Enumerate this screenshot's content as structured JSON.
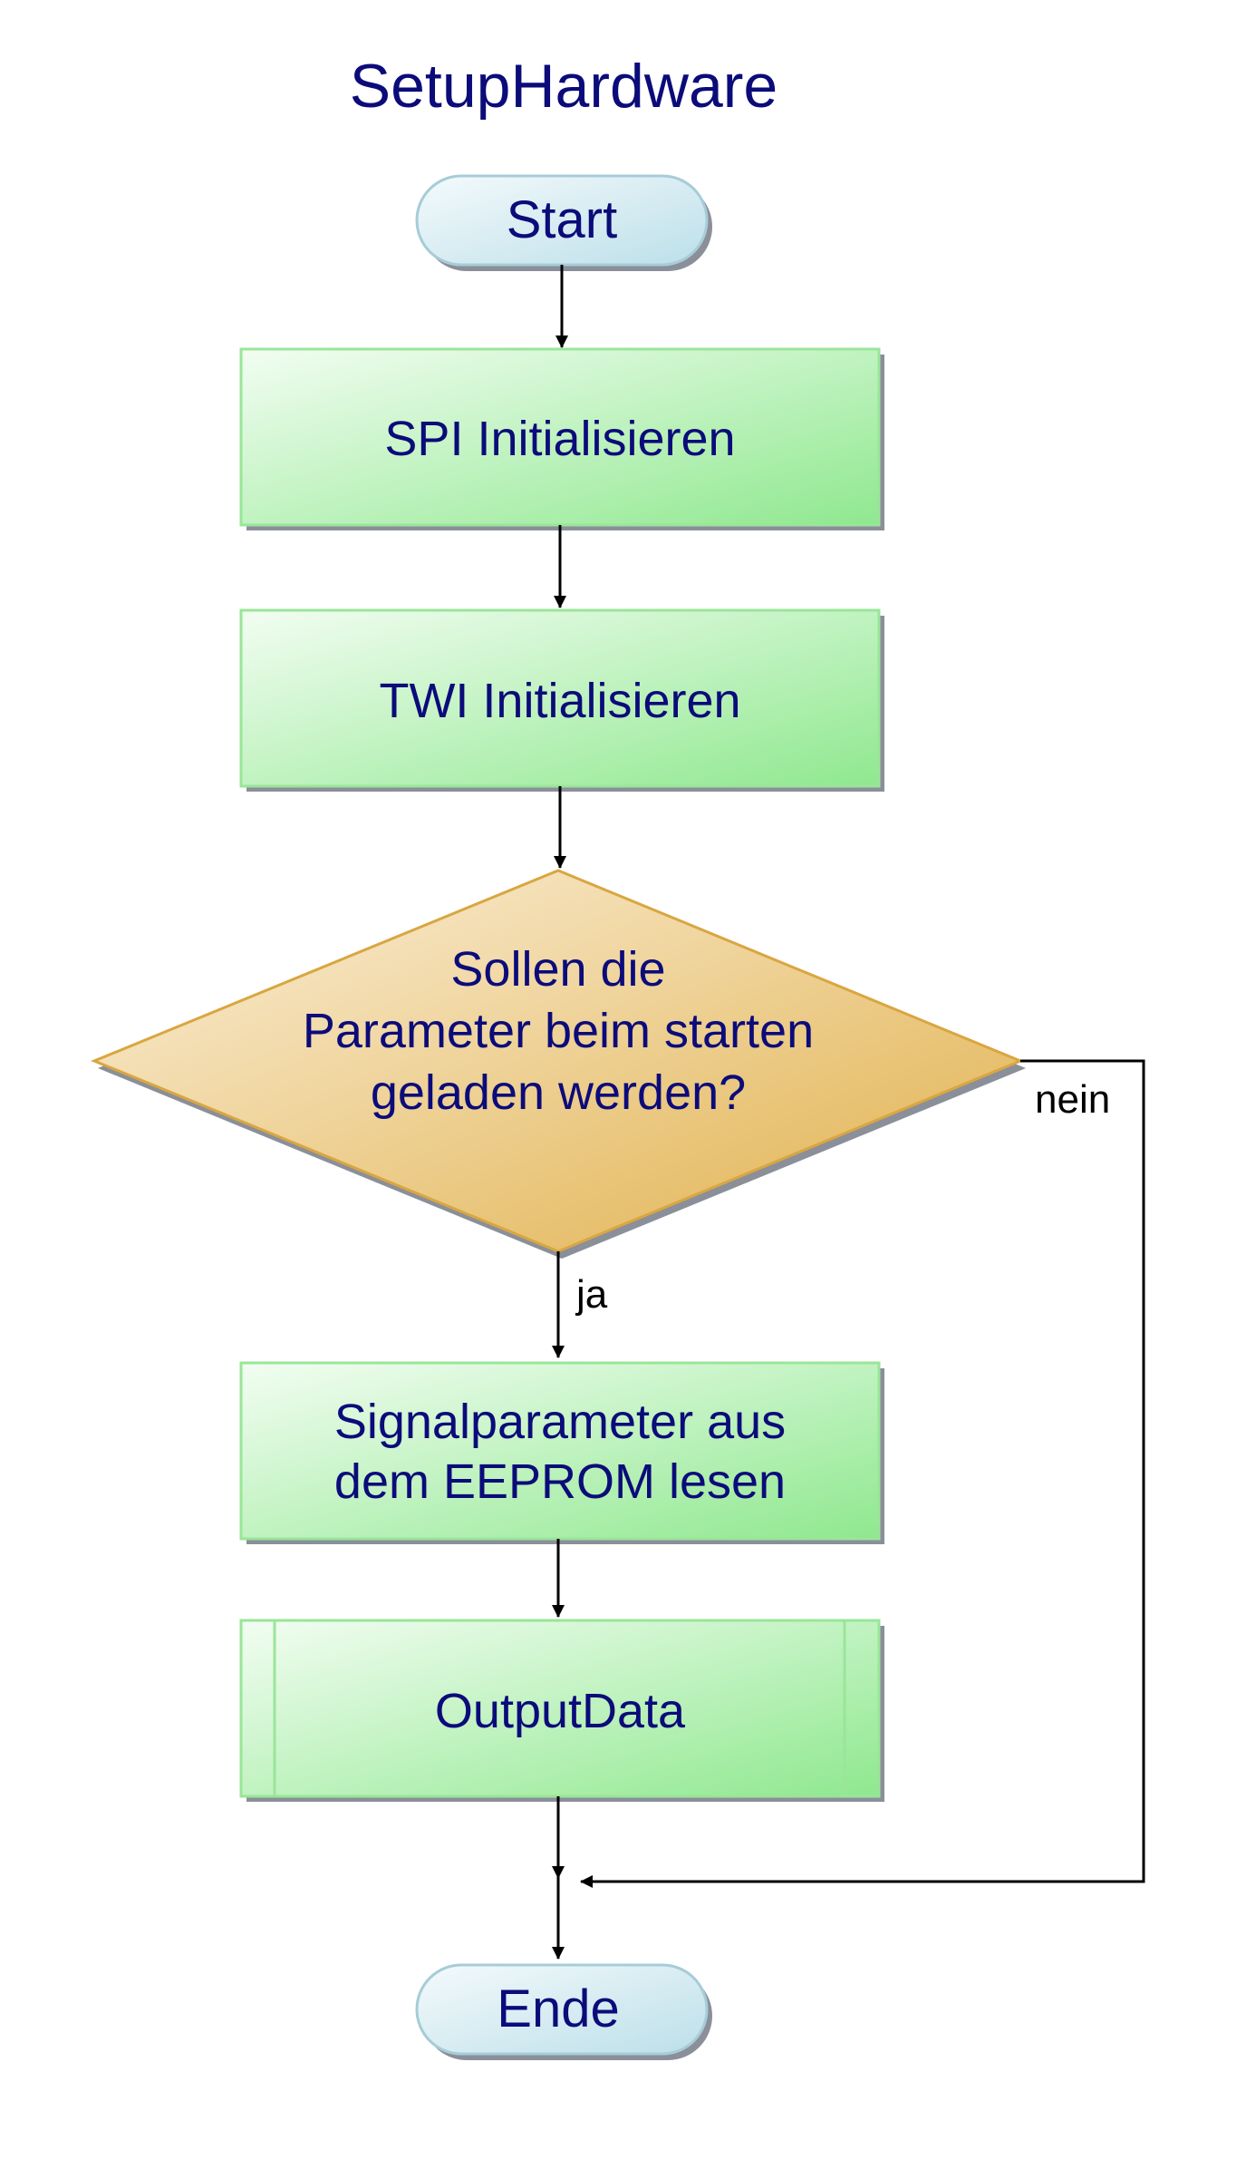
{
  "title": "SetupHardware",
  "nodes": {
    "start": "Start",
    "spi": "SPI Initialisieren",
    "twi": "TWI Initialisieren",
    "decision": [
      "Sollen die",
      "Parameter beim starten",
      "geladen werden?"
    ],
    "eeprom": [
      "Signalparameter aus",
      "dem EEPROM lesen"
    ],
    "output": "OutputData",
    "end": "Ende"
  },
  "edges": {
    "yes_label": "ja",
    "no_label": "nein"
  },
  "colors": {
    "text": "#0b0b7a",
    "process_fill_light": "#f2fdf2",
    "process_fill_dark": "#8fe88f",
    "process_border": "#9ae59a",
    "decision_fill_light": "#fbf0dc",
    "decision_fill_dark": "#e0b04a",
    "decision_border": "#d9a640",
    "terminal_fill_light": "#f4fafc",
    "terminal_fill_dark": "#bcdfe9",
    "terminal_border": "#a7ccd8",
    "shadow": "#8a8f99",
    "line": "#000000"
  }
}
